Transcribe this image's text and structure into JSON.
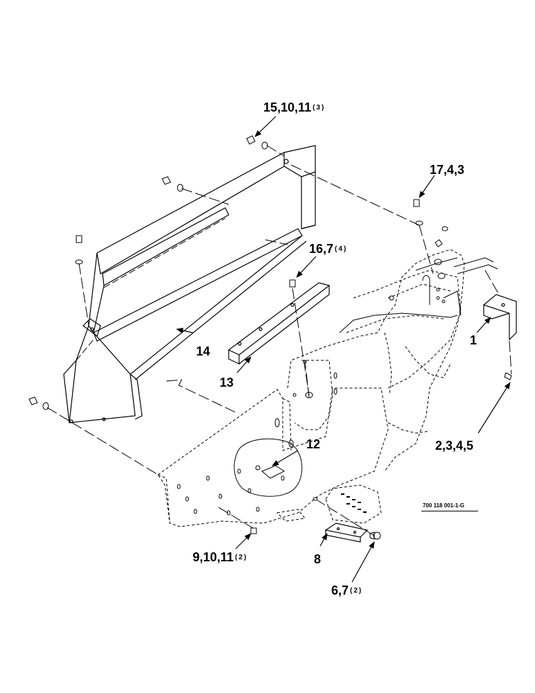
{
  "callouts": {
    "c1": {
      "label": "15,10,11",
      "qty": "(3)"
    },
    "c2": {
      "label": "17,4,3",
      "qty": ""
    },
    "c3": {
      "label": "16,7",
      "qty": "(4)"
    },
    "c4": {
      "label": "1",
      "qty": ""
    },
    "c5": {
      "label": "14",
      "qty": ""
    },
    "c6": {
      "label": "13",
      "qty": ""
    },
    "c7": {
      "label": "12",
      "qty": ""
    },
    "c8": {
      "label": "2,3,4,5",
      "qty": ""
    },
    "c9": {
      "label": "9,10,11",
      "qty": "(2)"
    },
    "c10": {
      "label": "8",
      "qty": ""
    },
    "c11": {
      "label": "6,7",
      "qty": "(2)"
    }
  },
  "drawing_number": "700 118 001-1-G"
}
